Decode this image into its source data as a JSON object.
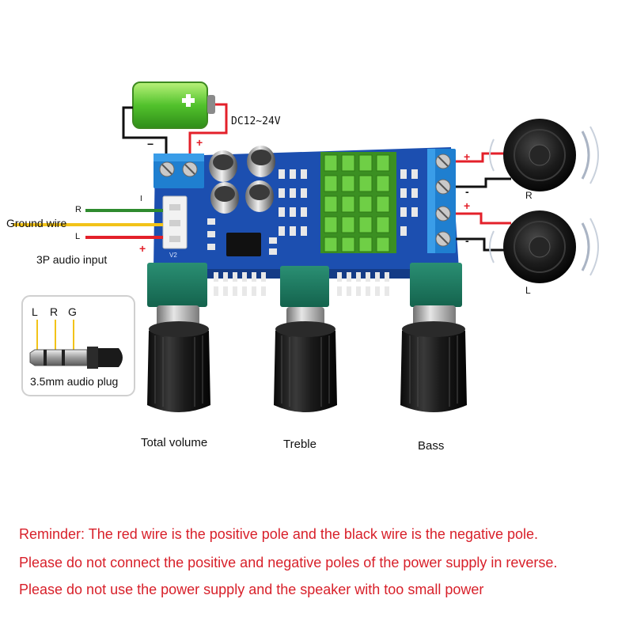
{
  "power": {
    "label": "DC12~24V",
    "minus": "−",
    "plus": "+"
  },
  "input": {
    "wire_r": "R",
    "wire_l": "L",
    "ground_label": "Ground wire",
    "title": "3P audio input",
    "pin": "I",
    "plus": "+",
    "version": "V2"
  },
  "plug": {
    "pin_l": "L",
    "pin_r": "R",
    "pin_g": "G",
    "caption": "3.5mm audio plug"
  },
  "speakers": {
    "right_label": "R",
    "left_label": "L",
    "plus": "+",
    "minus": "-"
  },
  "knobs": [
    {
      "label": "Total volume"
    },
    {
      "label": "Treble"
    },
    {
      "label": "Bass"
    }
  ],
  "reminders": [
    "Reminder: The red wire is the positive pole and the black wire is the negative pole.",
    "Please do not connect the positive and negative poles of the power supply in reverse.",
    "Please do not use the power supply and the speaker with too small power"
  ],
  "colors": {
    "pcb": "#1c4fb0",
    "wire_red": "#e3202a",
    "wire_black": "#111111",
    "wire_green": "#2e8b2e",
    "wire_yellow": "#f2c318",
    "heatsink": "#5ab839",
    "terminal": "#1f7fd0",
    "reminder_text": "#d8202a"
  }
}
